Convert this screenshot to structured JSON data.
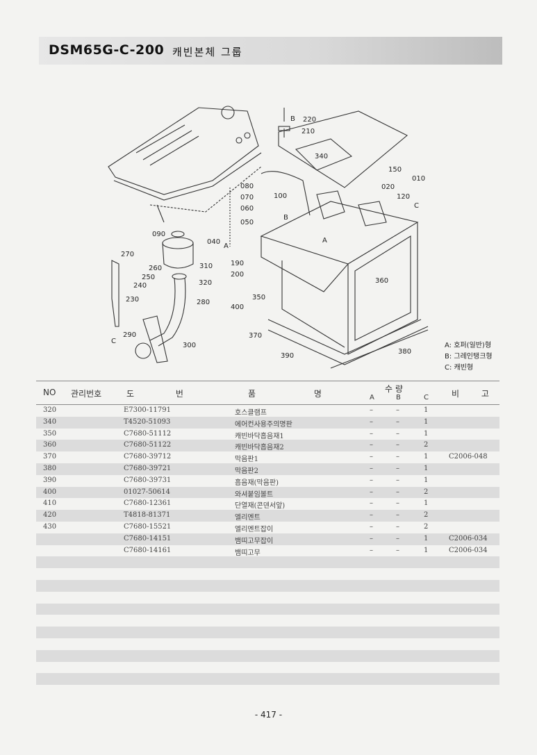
{
  "header": {
    "code": "DSM65G-C-200",
    "name": "캐빈본체 그룹"
  },
  "diagram": {
    "labels": [
      "220",
      "210",
      "340",
      "150",
      "010",
      "080",
      "070",
      "060",
      "050",
      "100",
      "020",
      "120",
      "090",
      "040",
      "B",
      "A",
      "B",
      "A",
      "C",
      "270",
      "260",
      "250",
      "240",
      "230",
      "310",
      "320",
      "190",
      "200",
      "360",
      "350",
      "400",
      "280",
      "370",
      "290",
      "C",
      "300",
      "390",
      "380"
    ]
  },
  "legend": [
    "A: 호퍼(일반)형",
    "B: 그레인탱크형",
    "C: 캐빈형"
  ],
  "table": {
    "headers": {
      "no": "NO",
      "mgmt": "관리번호",
      "drawing": "도 번",
      "name": "품 명",
      "qty": "수 량",
      "a": "A",
      "b": "B",
      "c": "C",
      "remark": "비 고"
    },
    "rows": [
      {
        "no": "320",
        "drawing": "E7300-11791",
        "name": "호스클램프",
        "a": "–",
        "b": "–",
        "c": "1",
        "remark": ""
      },
      {
        "no": "340",
        "drawing": "T4520-51093",
        "name": "에어컨사용주의명판",
        "a": "–",
        "b": "–",
        "c": "1",
        "remark": ""
      },
      {
        "no": "350",
        "drawing": "C7680-51112",
        "name": "캐빈바닥흡음재1",
        "a": "–",
        "b": "–",
        "c": "1",
        "remark": ""
      },
      {
        "no": "360",
        "drawing": "C7680-51122",
        "name": "캐빈바닥흡음재2",
        "a": "–",
        "b": "–",
        "c": "2",
        "remark": ""
      },
      {
        "no": "370",
        "drawing": "C7680-39712",
        "name": "막음판1",
        "a": "–",
        "b": "–",
        "c": "1",
        "remark": "C2006-048"
      },
      {
        "no": "380",
        "drawing": "C7680-39721",
        "name": "막음판2",
        "a": "–",
        "b": "–",
        "c": "1",
        "remark": ""
      },
      {
        "no": "390",
        "drawing": "C7680-39731",
        "name": "흡음재(막음판)",
        "a": "–",
        "b": "–",
        "c": "1",
        "remark": ""
      },
      {
        "no": "400",
        "drawing": "01027-50614",
        "name": "와셔붙임볼트",
        "a": "–",
        "b": "–",
        "c": "2",
        "remark": ""
      },
      {
        "no": "410",
        "drawing": "C7680-12361",
        "name": "단열재(콘덴서앞)",
        "a": "–",
        "b": "–",
        "c": "1",
        "remark": ""
      },
      {
        "no": "420",
        "drawing": "T4818-81371",
        "name": "엘리멘트",
        "a": "–",
        "b": "–",
        "c": "2",
        "remark": ""
      },
      {
        "no": "430",
        "drawing": "C7680-15521",
        "name": "엘리멘트잡이",
        "a": "–",
        "b": "–",
        "c": "2",
        "remark": ""
      },
      {
        "no": "",
        "drawing": "C7680-14151",
        "name": "뱀띠고무잡이",
        "a": "–",
        "b": "–",
        "c": "1",
        "remark": "C2006-034"
      },
      {
        "no": "",
        "drawing": "C7680-14161",
        "name": "뱀띠고무",
        "a": "–",
        "b": "–",
        "c": "1",
        "remark": "C2006-034"
      },
      {
        "no": "",
        "drawing": "",
        "name": "",
        "a": "",
        "b": "",
        "c": "",
        "remark": ""
      },
      {
        "no": "",
        "drawing": "",
        "name": "",
        "a": "",
        "b": "",
        "c": "",
        "remark": ""
      },
      {
        "no": "",
        "drawing": "",
        "name": "",
        "a": "",
        "b": "",
        "c": "",
        "remark": ""
      },
      {
        "no": "",
        "drawing": "",
        "name": "",
        "a": "",
        "b": "",
        "c": "",
        "remark": ""
      },
      {
        "no": "",
        "drawing": "",
        "name": "",
        "a": "",
        "b": "",
        "c": "",
        "remark": ""
      },
      {
        "no": "",
        "drawing": "",
        "name": "",
        "a": "",
        "b": "",
        "c": "",
        "remark": ""
      },
      {
        "no": "",
        "drawing": "",
        "name": "",
        "a": "",
        "b": "",
        "c": "",
        "remark": ""
      },
      {
        "no": "",
        "drawing": "",
        "name": "",
        "a": "",
        "b": "",
        "c": "",
        "remark": ""
      },
      {
        "no": "",
        "drawing": "",
        "name": "",
        "a": "",
        "b": "",
        "c": "",
        "remark": ""
      },
      {
        "no": "",
        "drawing": "",
        "name": "",
        "a": "",
        "b": "",
        "c": "",
        "remark": ""
      },
      {
        "no": "",
        "drawing": "",
        "name": "",
        "a": "",
        "b": "",
        "c": "",
        "remark": ""
      },
      {
        "no": "",
        "drawing": "",
        "name": "",
        "a": "",
        "b": "",
        "c": "",
        "remark": ""
      }
    ]
  },
  "footer": {
    "page": "- 417 -"
  }
}
